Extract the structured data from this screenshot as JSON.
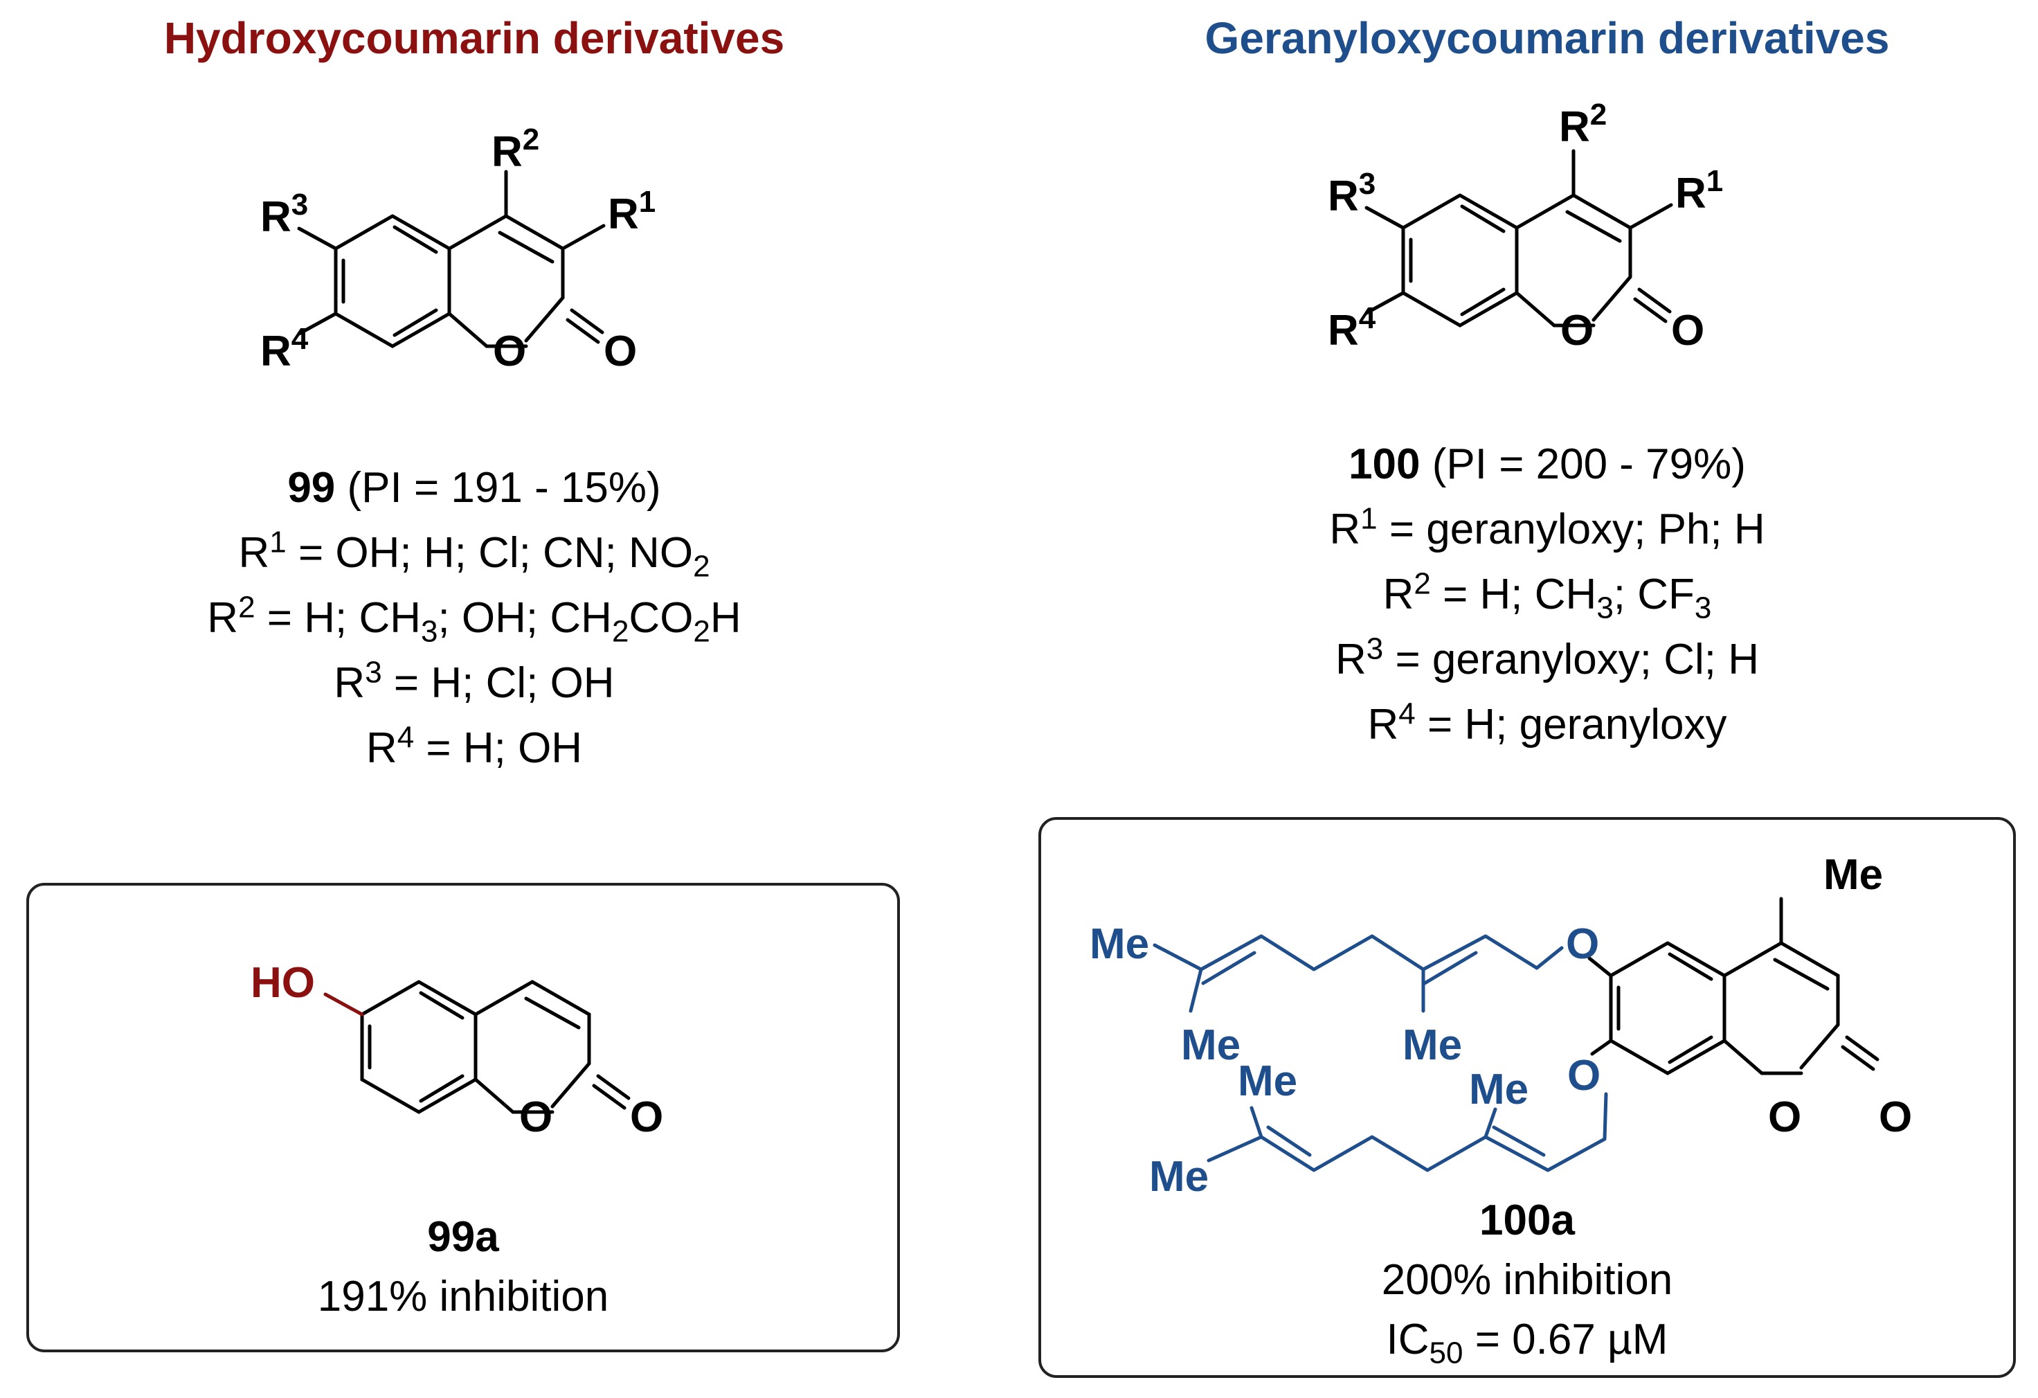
{
  "headers": {
    "left": "Hydroxycoumarin derivatives",
    "right": "Geranyloxycoumarin derivatives"
  },
  "colors": {
    "hydroxy": "#8B1010",
    "geranyl": "#1F4E8C",
    "ink": "#000000"
  },
  "structure_labels": {
    "R": "R",
    "n1": "1",
    "n2": "2",
    "n3": "3",
    "n4": "4",
    "O": "O",
    "HO": "HO",
    "Me": "Me"
  },
  "left_compound": {
    "id": "99",
    "pi": "(PI = 191 - 15%)",
    "r1": {
      "n": "1",
      "pre": " = OH; H; Cl; CN; NO",
      "s1": "2"
    },
    "r2": {
      "n": "2",
      "pre": " = H; CH",
      "s1": "3",
      "mid": "; OH; CH",
      "s2": "2",
      "mid2": "CO",
      "s3": "2",
      "post": "H"
    },
    "r3": {
      "n": "3",
      "text": " = H; Cl; OH"
    },
    "r4": {
      "n": "4",
      "text": " = H; OH"
    }
  },
  "right_compound": {
    "id": "100",
    "pi": "(PI = 200 - 79%)",
    "r1": {
      "n": "1",
      "text": " = geranyloxy; Ph; H"
    },
    "r2": {
      "n": "2",
      "pre": " = H; CH",
      "s1": "3",
      "mid": "; CF",
      "s2": "3"
    },
    "r3": {
      "n": "3",
      "text": " = geranyloxy; Cl; H"
    },
    "r4": {
      "n": "4",
      "text": " = H; geranyloxy"
    }
  },
  "box_left": {
    "id": "99a",
    "activity": "191% inhibition"
  },
  "box_right": {
    "id": "100a",
    "activity": "200% inhibition",
    "ic_pre": "IC",
    "ic_sub": "50",
    "ic_post": " = 0.67 µM"
  }
}
